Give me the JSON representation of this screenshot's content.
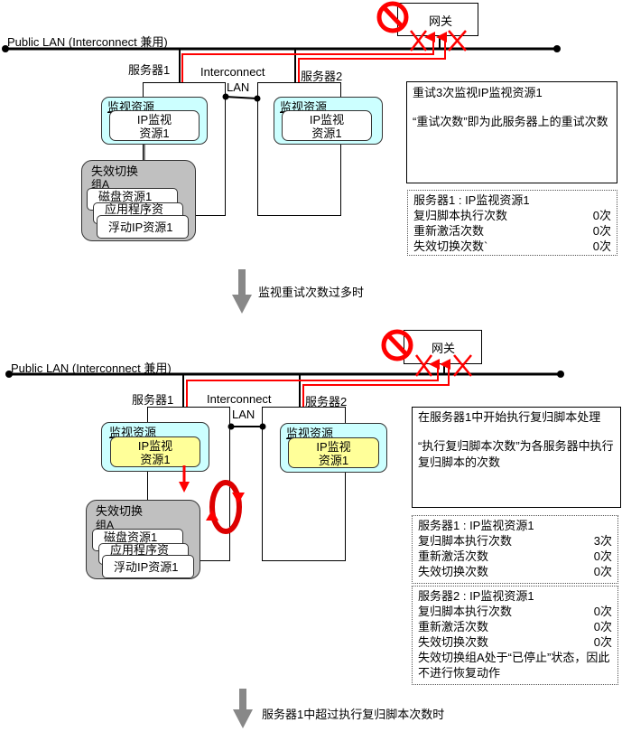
{
  "top": {
    "gateway": "网关",
    "public_lan": "Public LAN (Interconnect 兼用)",
    "server1": "服务器1",
    "server2": "服务器2",
    "interconnect": "Interconnect",
    "lan": "LAN",
    "monitor_title": "监视资源",
    "ip_monitor_line1": "IP监视",
    "ip_monitor_line2": "资源1",
    "failover_line1": "失效切换",
    "failover_line2": "组A",
    "disk_resource": "磁盘资源1",
    "app_resource": "应用程序资",
    "fip_resource": "浮动IP资源1",
    "note_title": "重试3次监视IP监视资源1",
    "note_body": "“重试次数”即为此服务器上的重试次数",
    "counter": {
      "title": "服务器1 : IP监视资源1",
      "rows": [
        {
          "label": "复归脚本执行次数",
          "value": "0次"
        },
        {
          "label": "重新激活次数",
          "value": "0次"
        },
        {
          "label": "失效切换次数`",
          "value": "0次"
        }
      ]
    }
  },
  "step1": "监视重试次数过多时",
  "bottom": {
    "gateway": "网关",
    "public_lan": "Public LAN (Interconnect 兼用)",
    "server1": "服务器1",
    "server2": "服务器2",
    "interconnect": "Interconnect",
    "lan": "LAN",
    "monitor_title": "监视资源",
    "ip_monitor_line1": "IP监视",
    "ip_monitor_line2": "资源1",
    "failover_line1": "失效切换",
    "failover_line2": "组A",
    "disk_resource": "磁盘资源1",
    "app_resource": "应用程序资",
    "fip_resource": "浮动IP资源1",
    "note_title": "在服务器1中开始执行复归脚本处理",
    "note_body": "“执行复归脚本次数”为各服务器中执行复归脚本的次数",
    "counter1": {
      "title": "服务器1 : IP监视资源1",
      "rows": [
        {
          "label": "复归脚本执行次数",
          "value": "3次"
        },
        {
          "label": "重新激活次数",
          "value": "0次"
        },
        {
          "label": "失效切换次数",
          "value": "0次"
        }
      ]
    },
    "counter2": {
      "title": "服务器2 : IP监视资源1",
      "rows": [
        {
          "label": "复归脚本执行次数",
          "value": "0次"
        },
        {
          "label": "重新激活次数",
          "value": "0次"
        },
        {
          "label": "失效切换次数",
          "value": "0次"
        }
      ],
      "note": "失效切换组A处于“已停止”状态，因此不进行恢复动作"
    }
  },
  "step2": "服务器1中超过执行复归脚本次数时",
  "colors": {
    "red": "#ff0000",
    "cyan": "#ccffff",
    "yellow": "#ffff99",
    "gray": "#c0c0c0"
  }
}
